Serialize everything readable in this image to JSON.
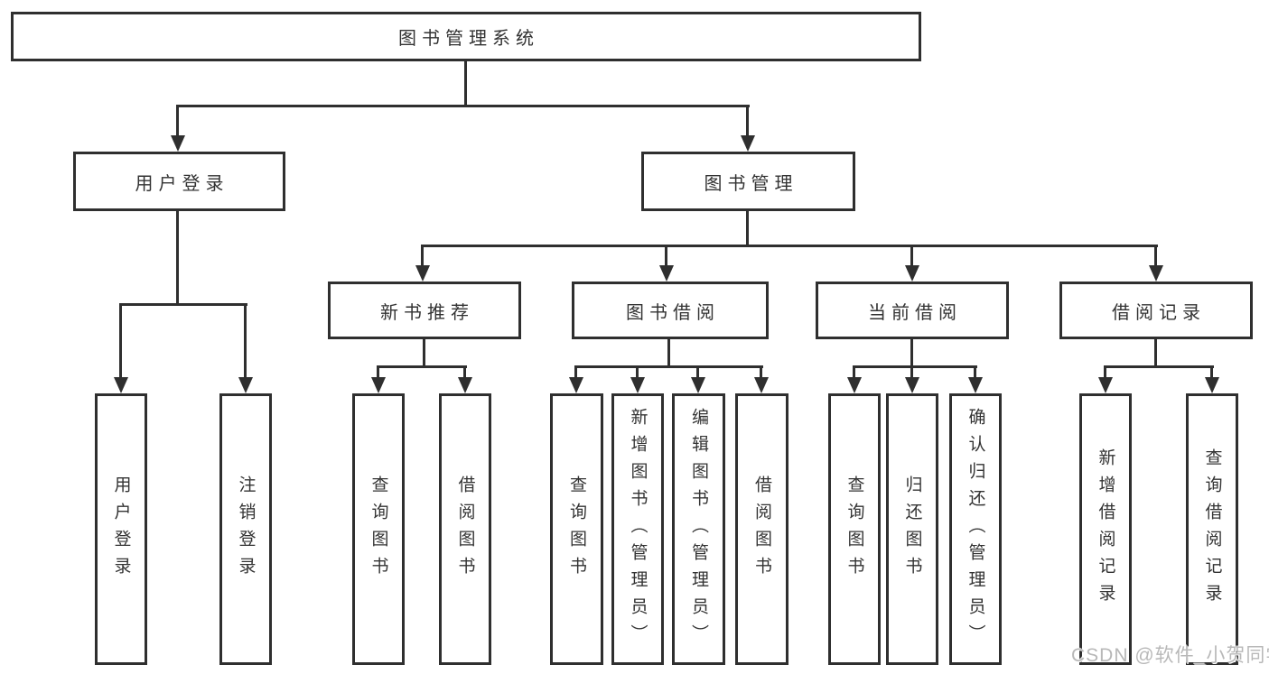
{
  "tree": {
    "root": "图书管理系统",
    "children": [
      {
        "label": "用户登录",
        "children": [
          "用户登录",
          "注销登录"
        ]
      },
      {
        "label": "图书管理",
        "children": [
          {
            "label": "新书推荐",
            "children": [
              "查询图书",
              "借阅图书"
            ]
          },
          {
            "label": "图书借阅",
            "children": [
              "查询图书",
              "新增图书（管理员）",
              "编辑图书（管理员）",
              "借阅图书"
            ]
          },
          {
            "label": "当前借阅",
            "children": [
              "查询图书",
              "归还图书",
              "确认归还（管理员）"
            ]
          },
          {
            "label": "借阅记录",
            "children": [
              "新增借阅记录",
              "查询借阅记录"
            ]
          }
        ]
      }
    ]
  },
  "watermark": "CSDN @软件_小贺同学",
  "colors": {
    "line": "#2f2f2f",
    "text": "#333333",
    "background": "#ffffff",
    "watermark": "#b8b8b8"
  }
}
